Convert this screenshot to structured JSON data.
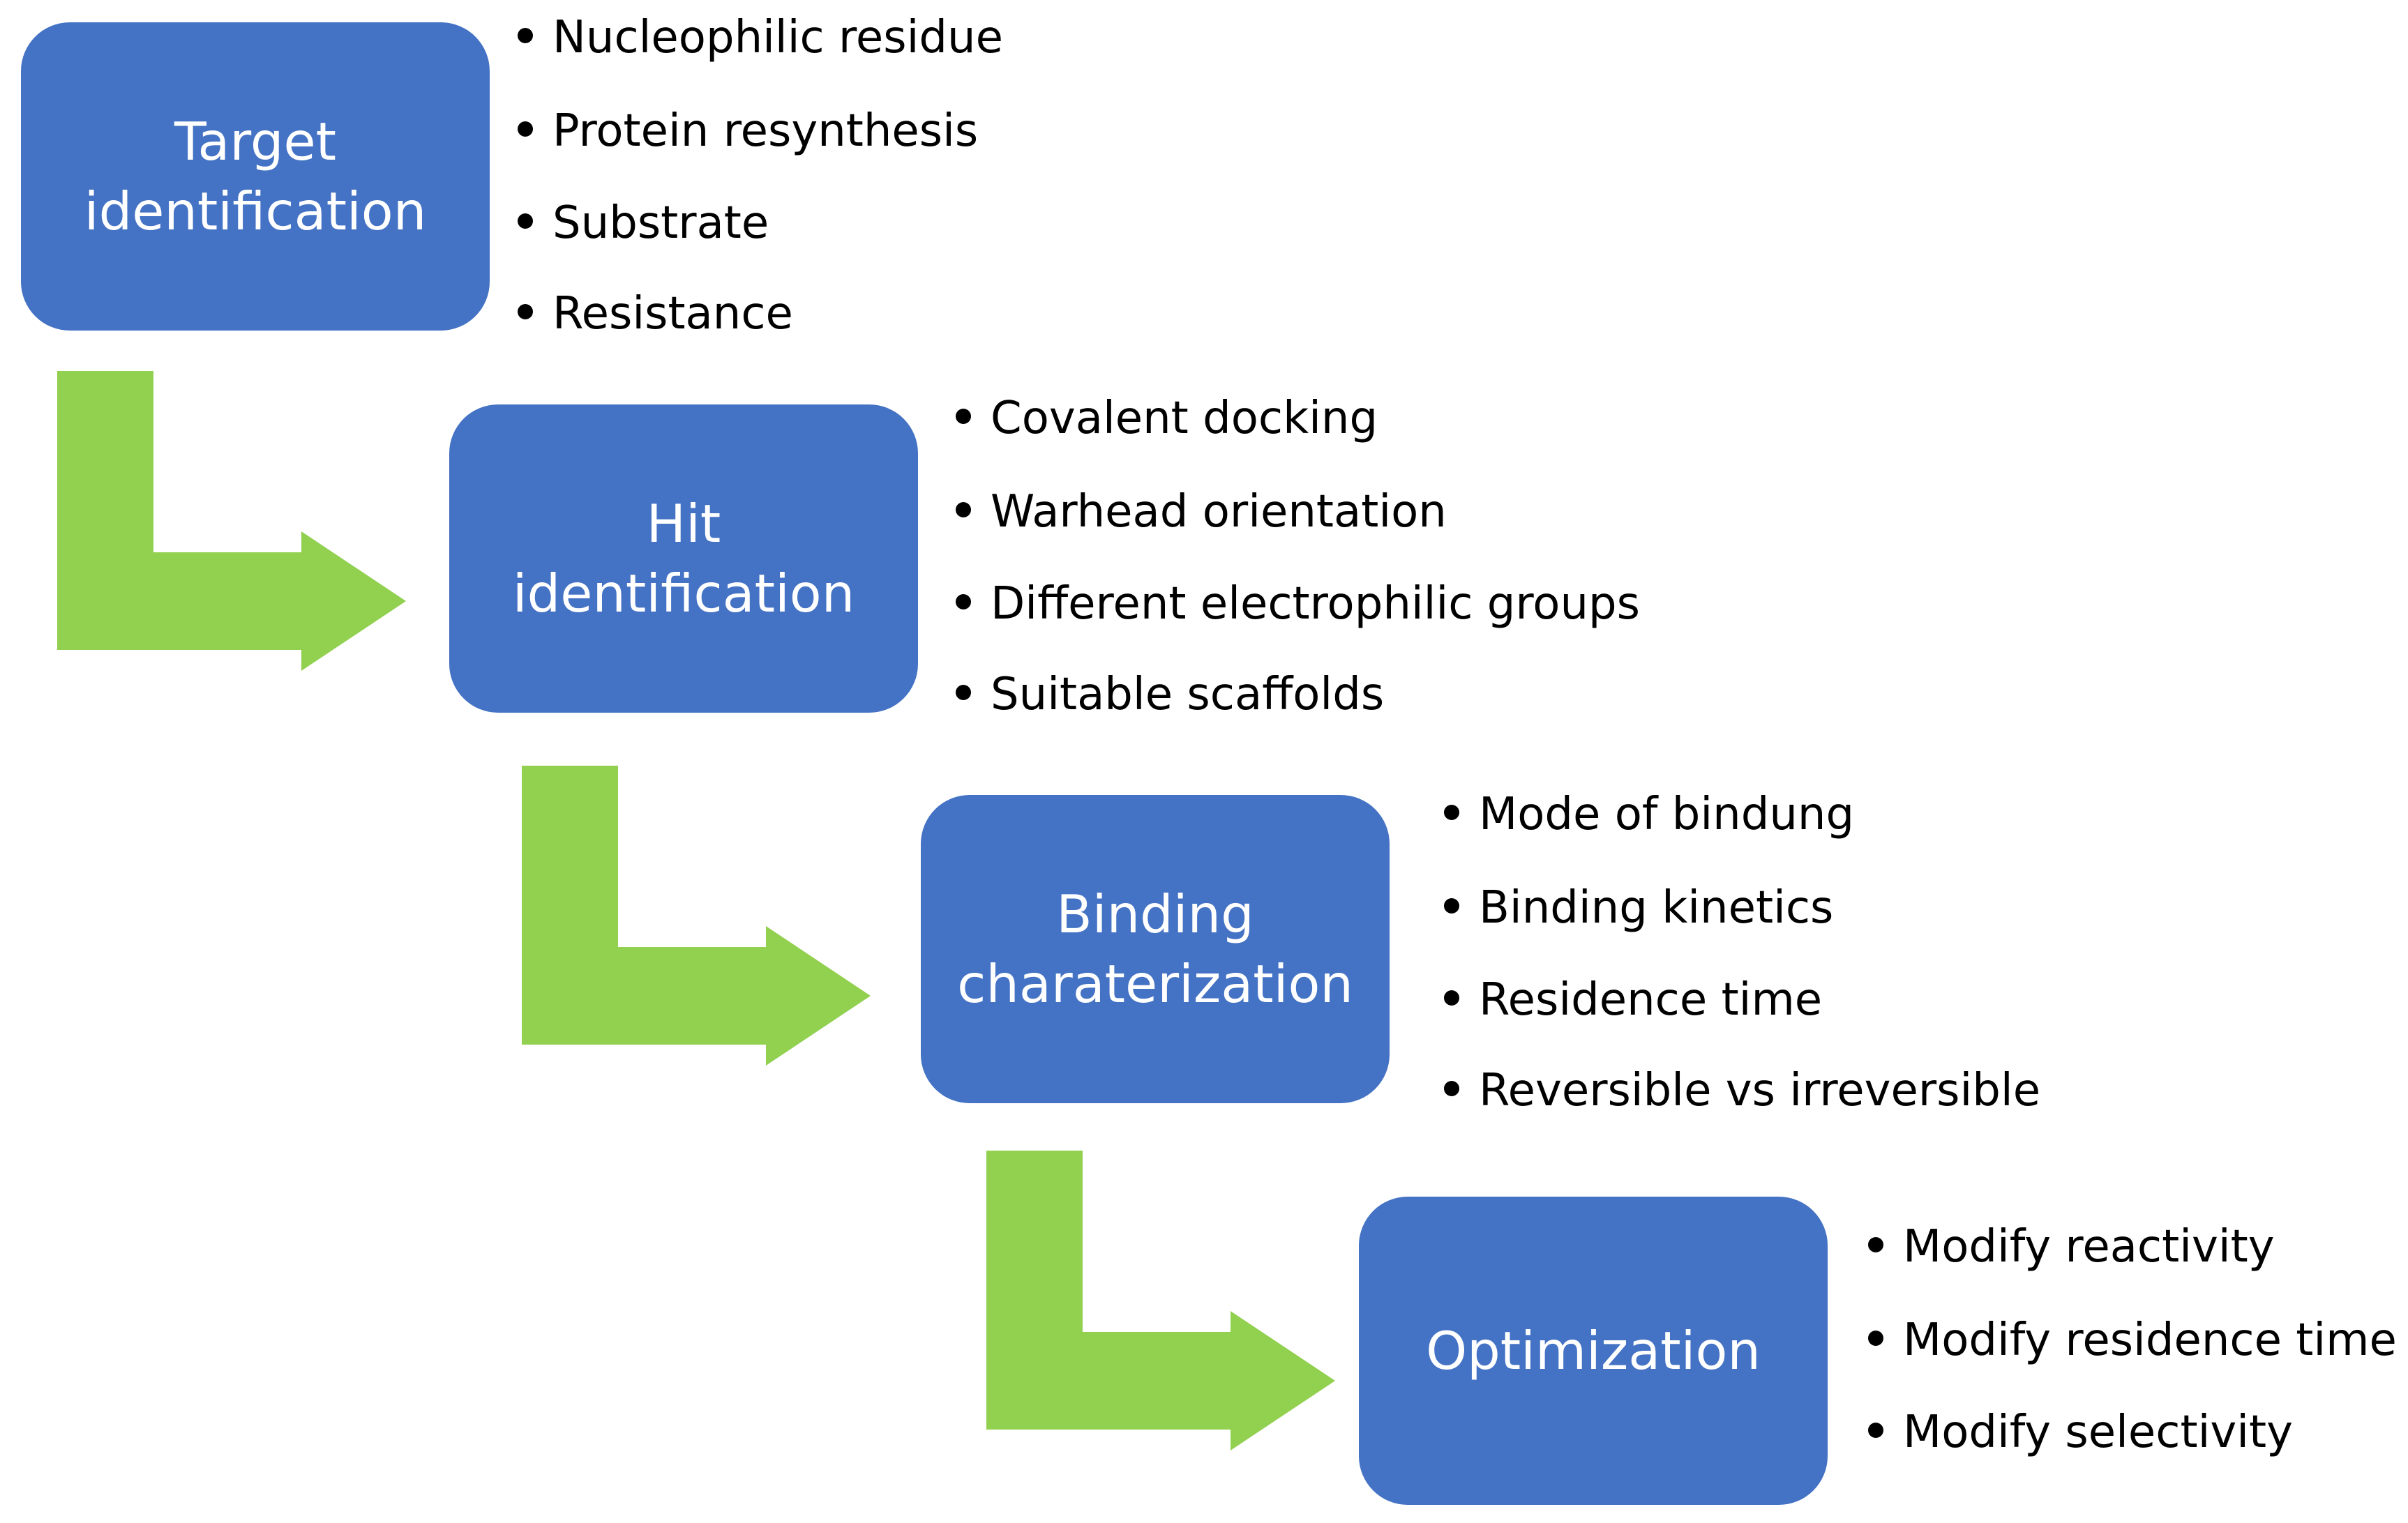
{
  "diagram": {
    "steps": [
      {
        "label": "Target\nidentification",
        "bullets": [
          "Nucleophilic residue",
          "Protein resynthesis",
          "Substrate",
          "Resistance"
        ]
      },
      {
        "label": "Hit\nidentification",
        "bullets": [
          "Covalent docking",
          "Warhead orientation",
          "Different electrophilic groups",
          "Suitable scaffolds"
        ]
      },
      {
        "label": "Binding\ncharaterization",
        "bullets": [
          "Mode of bindung",
          "Binding kinetics",
          "Residence time",
          "Reversible vs irreversible"
        ]
      },
      {
        "label": "Optimization",
        "bullets": [
          "Modify reactivity",
          "Modify residence time",
          "Modify selectivity"
        ]
      }
    ],
    "colors": {
      "box_fill": "#4472C4",
      "box_text": "#FFFFFF",
      "arrow_fill": "#92D050",
      "bullet_text": "#000000"
    },
    "arrow_icon": "bent-right-arrow-icon"
  }
}
